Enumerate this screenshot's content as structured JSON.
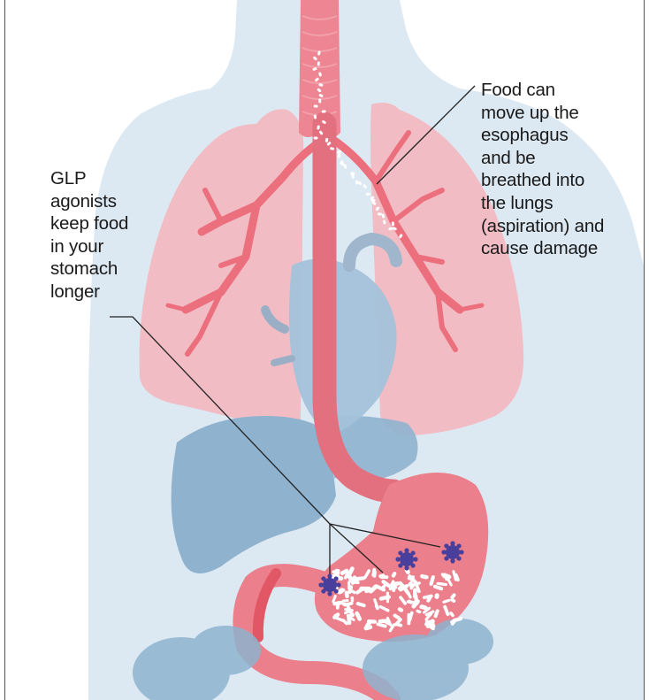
{
  "labels": {
    "left": [
      "GLP",
      "agonists",
      "keep food",
      "in your",
      "stomach",
      "longer"
    ],
    "right": [
      "Food can",
      "move up the",
      "esophagus",
      "and be",
      "breathed into",
      "the lungs",
      "(aspiration) and",
      "cause damage"
    ]
  },
  "colors": {
    "body": "#dce9f3",
    "lungs": "#f1bcc4",
    "airway": "#ec6f7e",
    "gut": "#eb7f8b",
    "organs_blue": "#8fb3cf",
    "heart_blue": "#a3c2da",
    "receptor": "#473f9b",
    "food": "#ffffff",
    "line": "#222222"
  },
  "icons": [
    "receptor-icon",
    "food-particles"
  ]
}
